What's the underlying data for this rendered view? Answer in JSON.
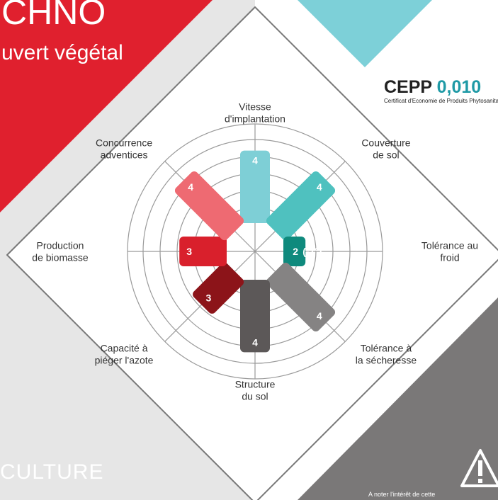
{
  "header": {
    "title_fragment": "CHNO",
    "subtitle_fragment": "uvert végétal"
  },
  "cepp": {
    "label": "CEPP",
    "value": "0,010",
    "subtitle": "Certificat d'Economie de Produits Phytosanitaires"
  },
  "footer": {
    "section_fragment": "CULTURE",
    "warning_text": "A noter l'intérêt de cette"
  },
  "colors": {
    "red_banner": "#e0202e",
    "teal_banner": "#7dd0d8",
    "gray_panel": "#7a7878",
    "light_gray": "#e6e6e6",
    "grid": "#9a9a9a"
  },
  "chart_data": {
    "type": "radar",
    "scale_max": 5,
    "axes": [
      {
        "label_lines": [
          "Vitesse",
          "d'implantation"
        ],
        "value": 4,
        "value_text": "4",
        "note": "",
        "color": "#7ecfd6"
      },
      {
        "label_lines": [
          "Couverture",
          "de sol"
        ],
        "value": 4,
        "value_text": "4",
        "note": "",
        "color": "#4fc1bf"
      },
      {
        "label_lines": [
          "Tolérance au",
          "froid"
        ],
        "value": 2,
        "value_text": "2",
        "note": "(-7°)",
        "color": "#0f8a7d"
      },
      {
        "label_lines": [
          "Tolérance à",
          "la sécheresse"
        ],
        "value": 4,
        "value_text": "4",
        "note": "",
        "color": "#858383"
      },
      {
        "label_lines": [
          "Structure",
          "du sol"
        ],
        "value": 4,
        "value_text": "4",
        "note": "",
        "color": "#5c5858"
      },
      {
        "label_lines": [
          "Capacité à",
          "piéger l'azote"
        ],
        "value": 3,
        "value_text": "3",
        "note": "",
        "color": "#8c1419"
      },
      {
        "label_lines": [
          "Production",
          "de biomasse"
        ],
        "value": 3,
        "value_text": "3",
        "note": "",
        "color": "#d9202c"
      },
      {
        "label_lines": [
          "Concurrence",
          "adventices"
        ],
        "value": 4,
        "value_text": "4",
        "note": "",
        "color": "#ee6a72"
      }
    ]
  }
}
